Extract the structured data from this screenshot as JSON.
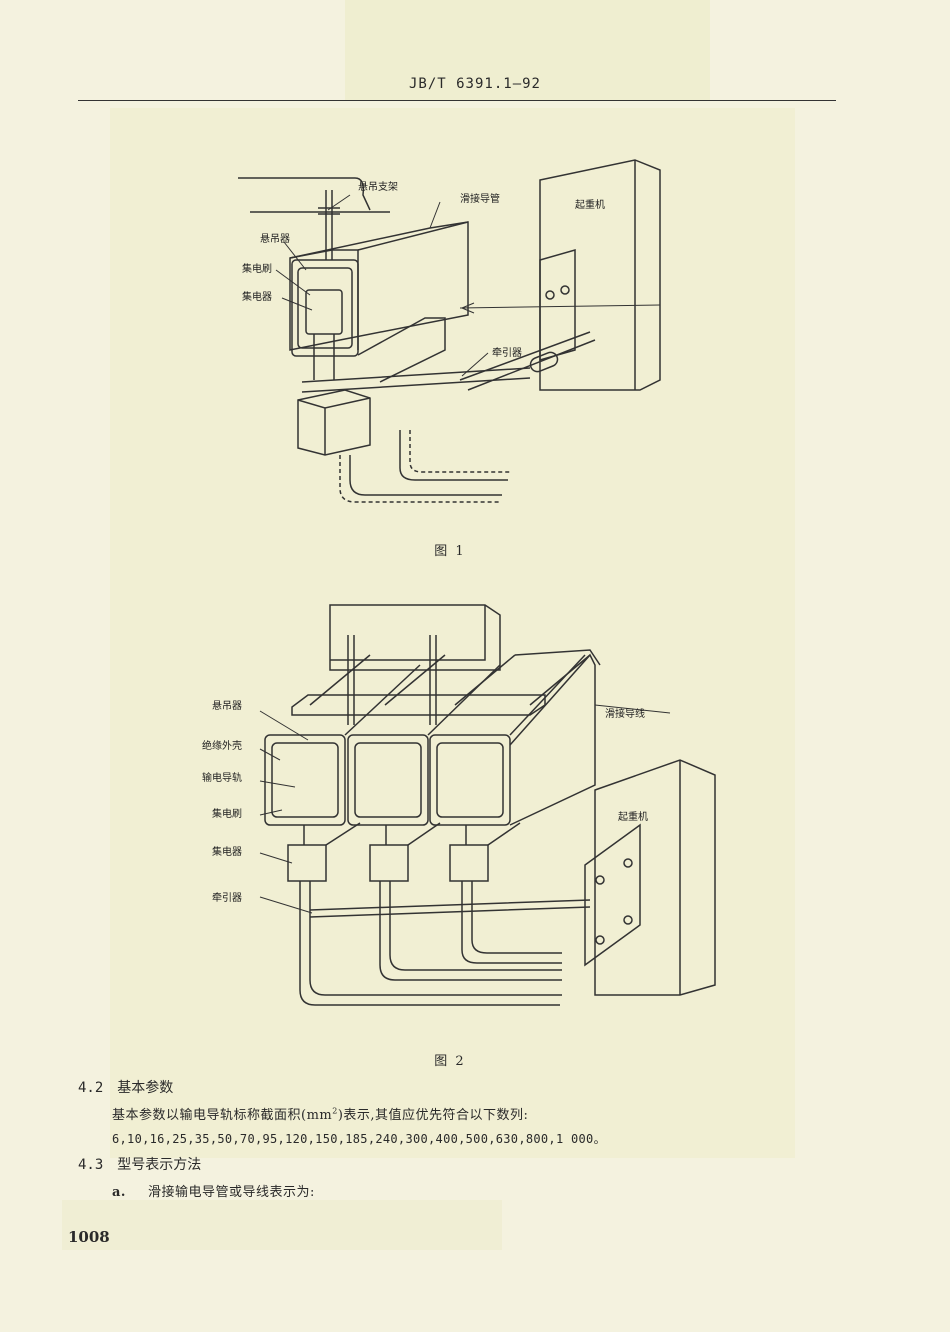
{
  "header": {
    "code": "JB/T 6391.1—92"
  },
  "figure1": {
    "caption": "图 1",
    "labels": {
      "suspension_bracket": "悬吊支架",
      "sliding_tube": "滑接导管",
      "crane": "起重机",
      "hanger": "悬吊器",
      "brush": "集电刷",
      "collector": "集电器",
      "tractor": "牵引器"
    }
  },
  "figure2": {
    "caption": "图 2",
    "labels": {
      "hanger": "悬吊器",
      "sliding_wire": "滑接导线",
      "insulating_shell": "绝缘外壳",
      "conductor_rail": "输电导轨",
      "brush": "集电刷",
      "crane": "起重机",
      "collector": "集电器",
      "tractor": "牵引器"
    }
  },
  "section_4_2": {
    "number": "4.2",
    "title": "基本参数",
    "text_before": "基本参数以输电导轨标称截面积(mm",
    "superscript": "2",
    "text_after": ")表示,其值应优先符合以下数列:",
    "series": "6,10,16,25,35,50,70,95,120,150,185,240,300,400,500,630,800,1 000。"
  },
  "section_4_3": {
    "number": "4.3",
    "title": "型号表示方法",
    "item_a_label": "a.",
    "item_a_text": "滑接输电导管或导线表示为:"
  },
  "page_number": "1008"
}
